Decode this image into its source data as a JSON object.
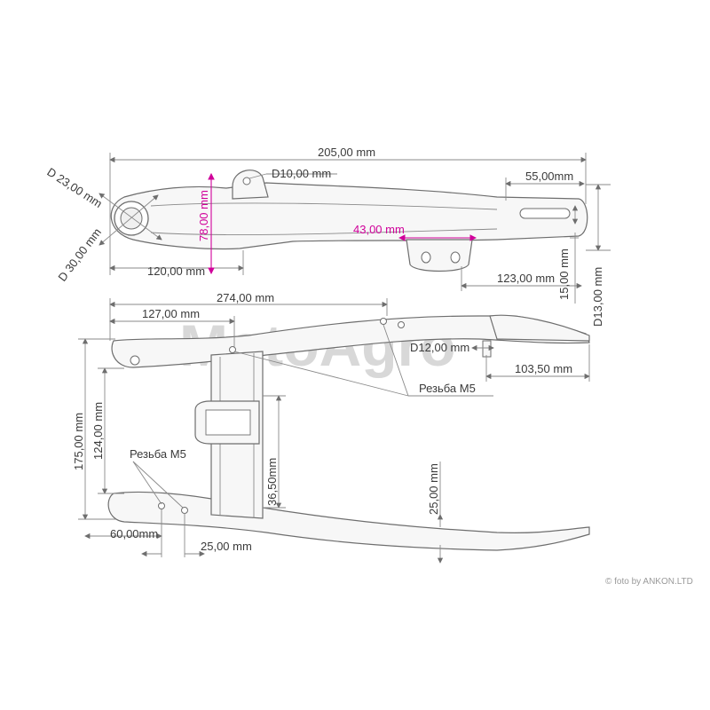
{
  "watermark": "MotoAgro",
  "credit": "© foto by ANKON.LTD",
  "colors": {
    "dimension": "#3a3a3a",
    "highlight": "#d0009a",
    "outline": "#6e6e6e"
  },
  "top_view": {
    "overall_length": "205,00 mm",
    "pin_diameter": "D10,00 mm",
    "slot_length": "55,00mm",
    "pivot_inner_diameter": "D 23,00 mm",
    "pivot_outer_diameter": "D 30,00 mm",
    "height": "78,00 mm",
    "bracket_width": "43,00 mm",
    "pivot_to_pin": "120,00 mm",
    "bracket_offset": "123,00 mm",
    "slot_width": "15,00 mm",
    "end_diameter": "D13,00 mm"
  },
  "side_view": {
    "overall_length": "274,00 mm",
    "pivot_to_cross": "127,00 mm",
    "stud_diameter": "D12,00 mm",
    "stud_offset": "103,50 mm",
    "thread_upper": "Резьба M5",
    "thread_lower": "Резьба M5",
    "outer_width": "175,00 mm",
    "inner_width": "124,00 mm",
    "cross_depth": "36,50mm",
    "arm_height": "25,00 mm",
    "hole_offset": "60,00mm",
    "hole_spacing": "25,00 mm"
  }
}
